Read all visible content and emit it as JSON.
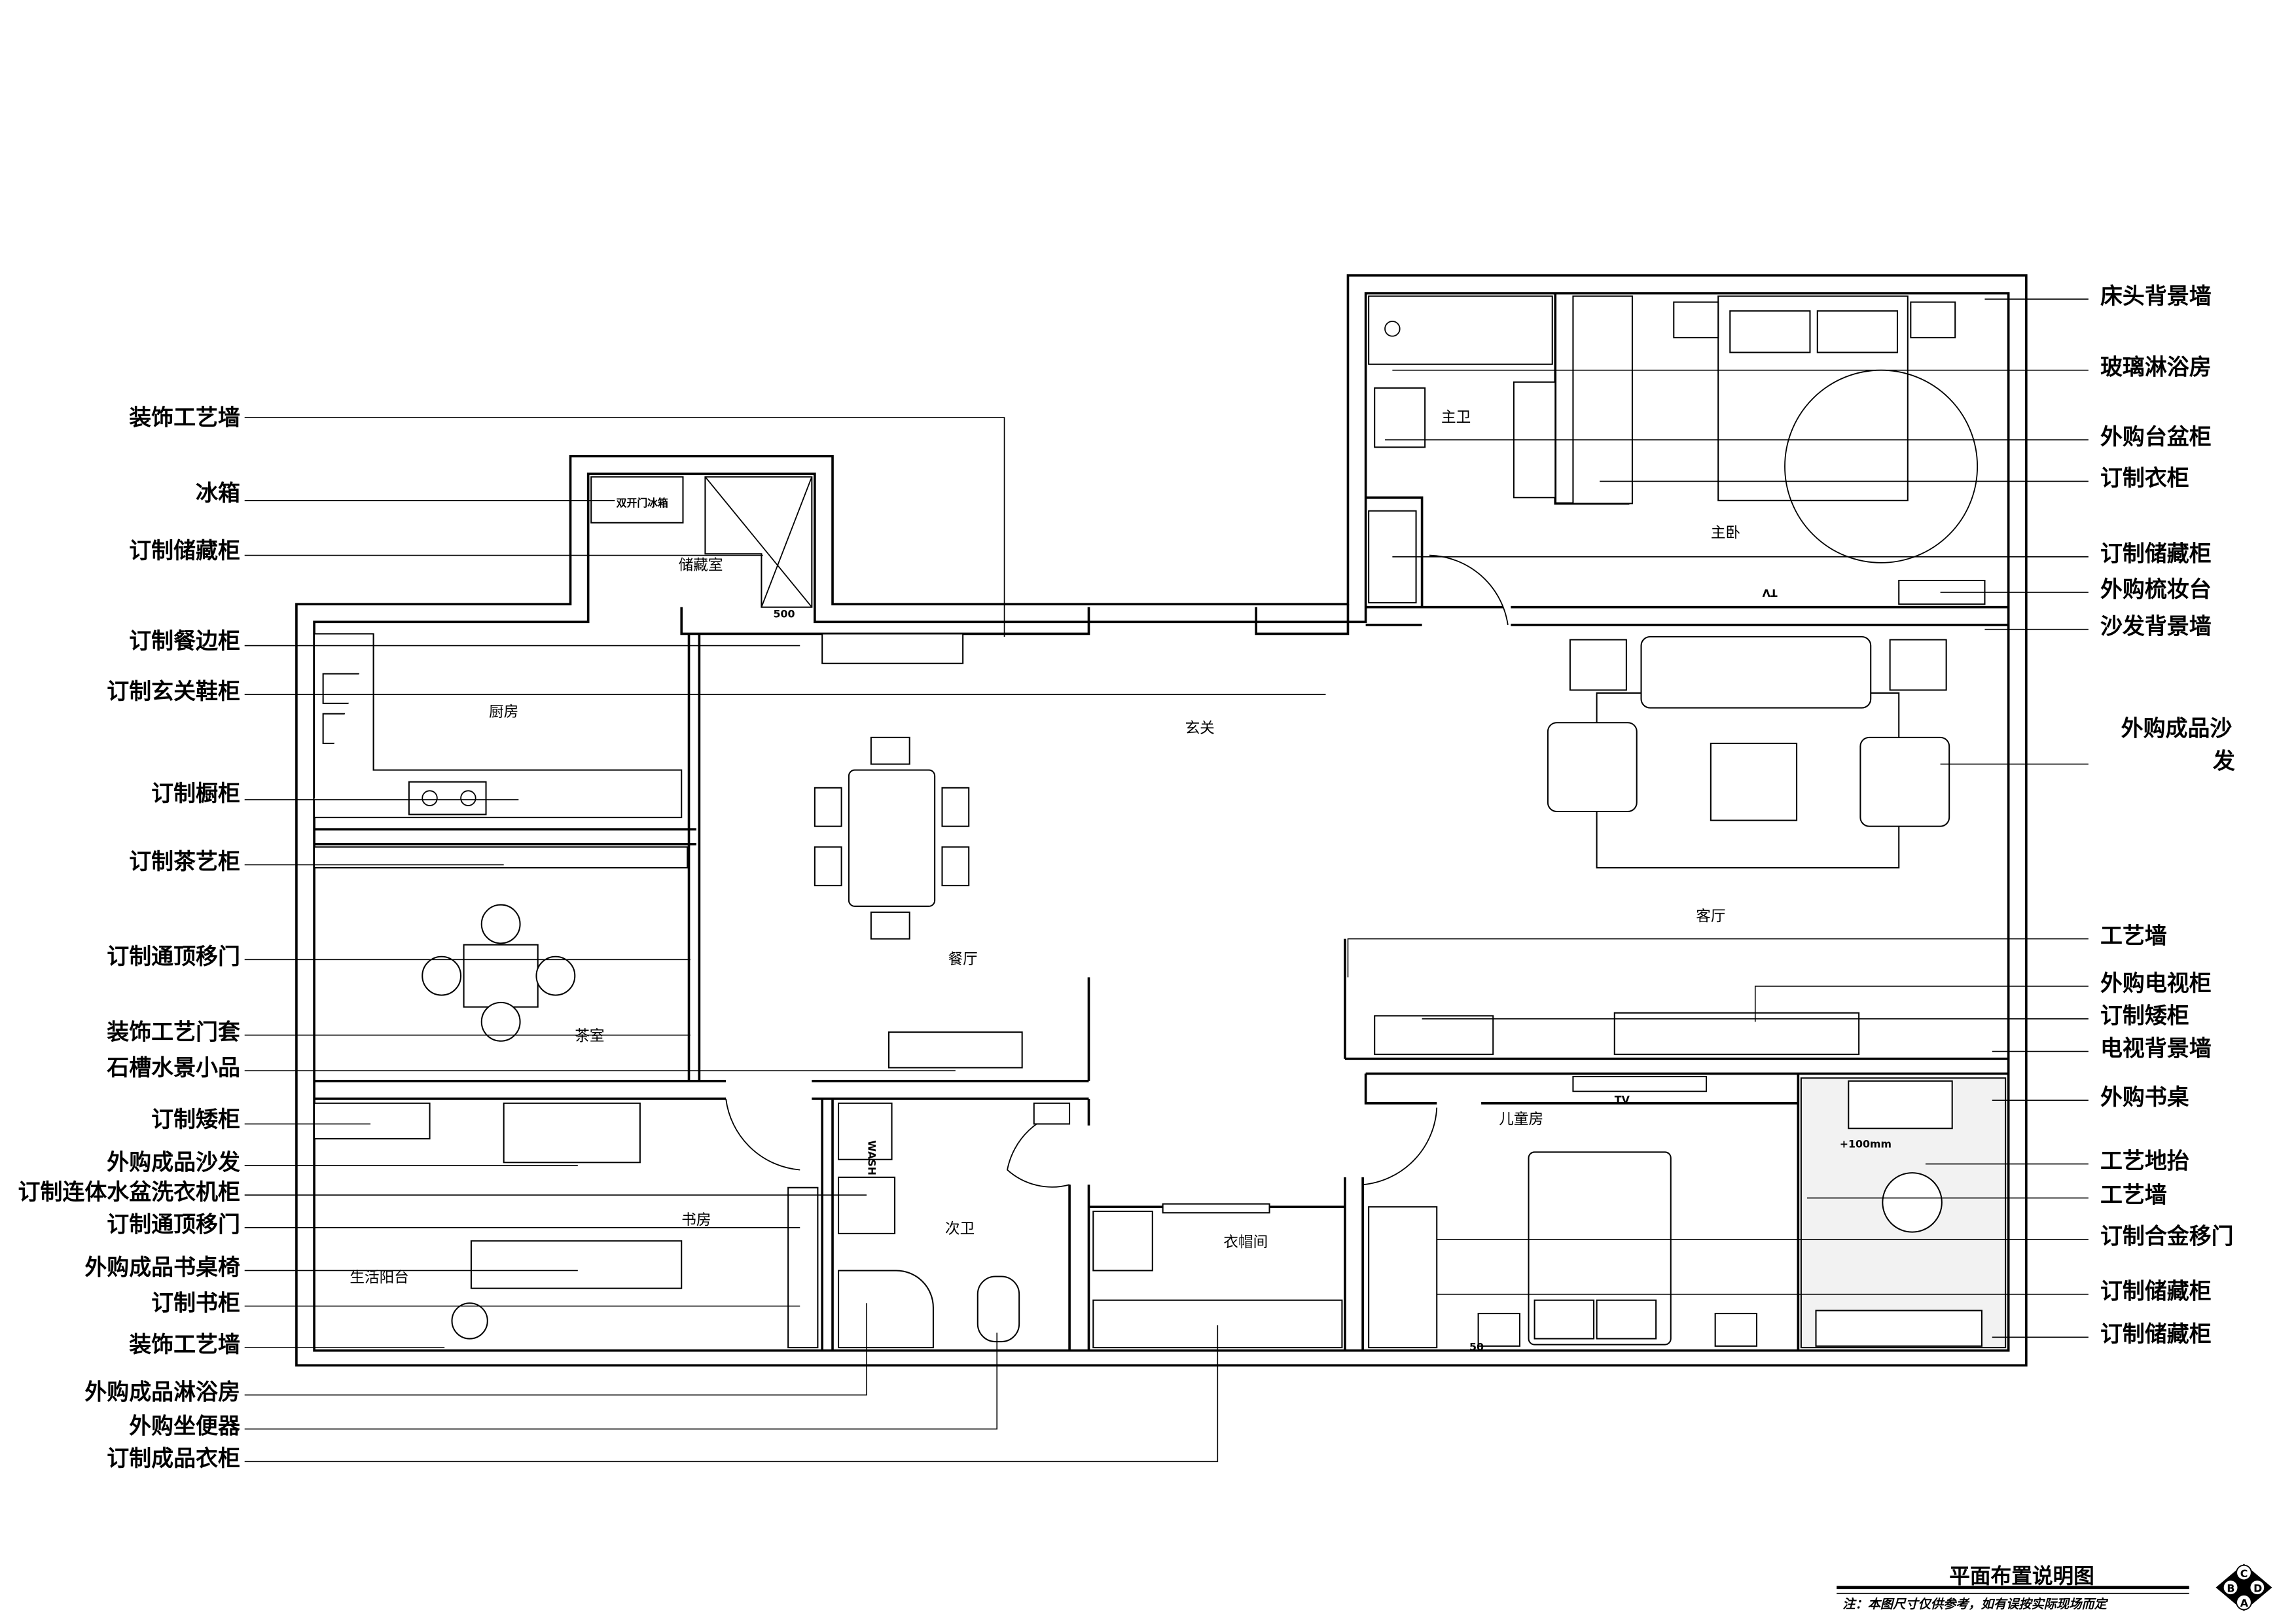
{
  "title": "平面布置说明图",
  "note": "注：本图尺寸仅供参考，如有误按实际现场而定",
  "compass": [
    "C",
    "B",
    "D",
    "A"
  ],
  "left_labels": [
    "装饰工艺墙",
    "冰箱",
    "订制储藏柜",
    "订制餐边柜",
    "订制玄关鞋柜",
    "订制橱柜",
    "订制茶艺柜",
    "订制通顶移门",
    "装饰工艺门套",
    "石槽水景小品",
    "订制矮柜",
    "外购成品沙发",
    "订制连体水盆洗衣机柜",
    "订制通顶移门",
    "外购成品书桌椅",
    "订制书柜",
    "装饰工艺墙",
    "外购成品淋浴房",
    "外购坐便器",
    "订制成品衣柜"
  ],
  "right_labels": [
    "床头背景墙",
    "玻璃淋浴房",
    "外购台盆柜",
    "订制衣柜",
    "订制储藏柜",
    "外购梳妆台",
    "沙发背景墙",
    "外购成品沙",
    "发",
    "工艺墙",
    "外购电视柜",
    "订制矮柜",
    "电视背景墙",
    "外购书桌",
    "工艺地抬",
    "工艺墙",
    "订制合金移门",
    "订制储藏柜",
    "订制储藏柜"
  ],
  "rooms": {
    "storage": "储藏室",
    "kitchen": "厨房",
    "foyer": "玄关",
    "dining": "餐厅",
    "living": "客厅",
    "tea": "茶室",
    "study": "书房",
    "balcony": "生活阳台",
    "guest_bath": "次卫",
    "closet": "衣帽间",
    "kids": "儿童房",
    "master_bath": "主卫",
    "master_bed": "主卧"
  },
  "annotations": {
    "fridge": "双开门冰箱",
    "dim_500": "500",
    "wash": "WASH",
    "tv": "TV",
    "tv_master": "TV",
    "level": "+100mm",
    "dim_50": "50"
  }
}
